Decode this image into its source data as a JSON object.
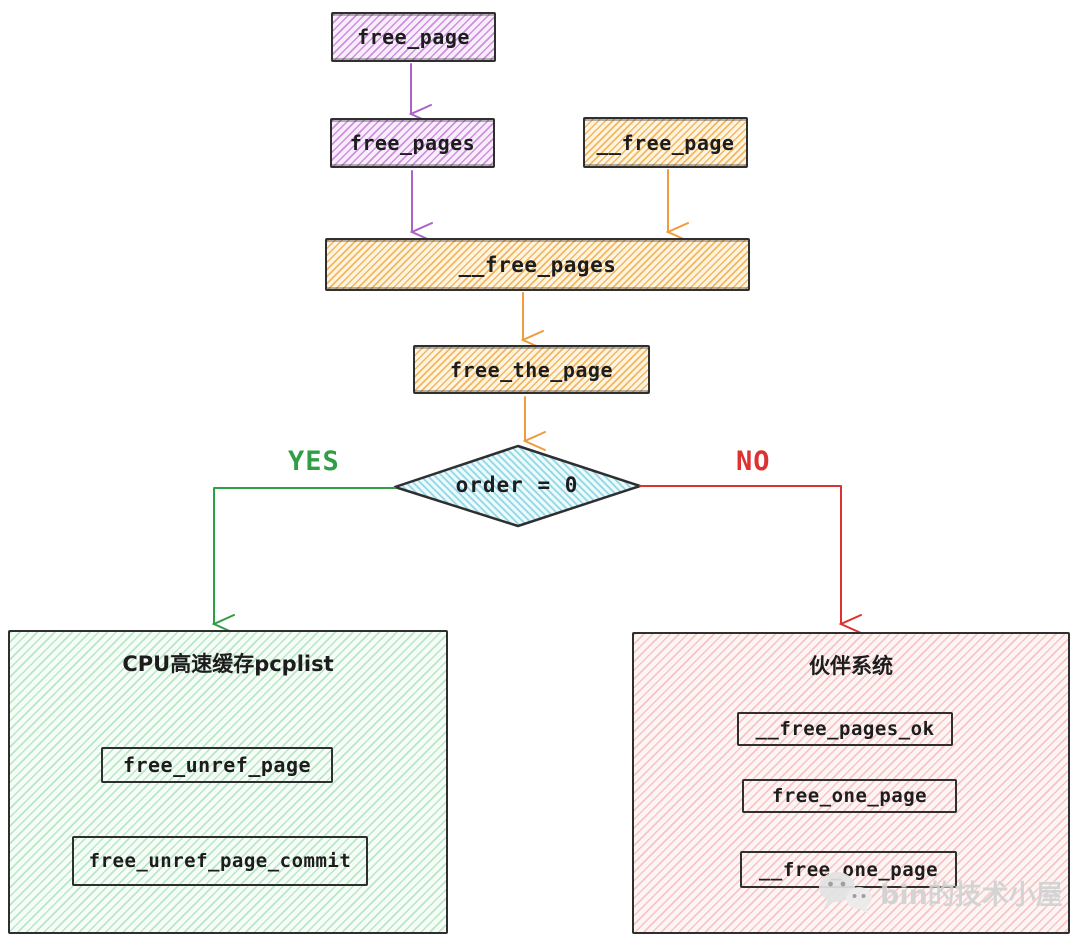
{
  "flow": {
    "free_page": "free_page",
    "free_pages": "free_pages",
    "free_page_dunder": "__free_page",
    "free_pages_dunder": "__free_pages",
    "free_the_page": "free_the_page",
    "decision": "order = 0",
    "yes": "YES",
    "no": "NO"
  },
  "pcp_group": {
    "title": "CPU高速缓存pcplist",
    "free_unref_page": "free_unref_page",
    "free_unref_page_commit": "free_unref_page_commit"
  },
  "buddy_group": {
    "title": "伙伴系统",
    "free_pages_ok": "__free_pages_ok",
    "free_one_page": "free_one_page",
    "free_one_page_dunder": "__free_one_page"
  },
  "watermark": {
    "text": "bin的技术小屋",
    "icon": "wechat-icon"
  },
  "colors": {
    "purple_stroke": "#ab63c8",
    "purple_fill": "#f8eefb",
    "orange_stroke": "#ef9b3e",
    "orange_fill": "#fdf5e2",
    "blue_stroke": "#8ed7e6",
    "blue_fill": "#eefafc",
    "green_stroke": "#2f9e44",
    "green_fill": "#f6fcf7",
    "red_stroke": "#e03131",
    "red_fill": "#fdf4f4",
    "outline": "#2f2f2f",
    "inner_arrow": "#555555"
  }
}
